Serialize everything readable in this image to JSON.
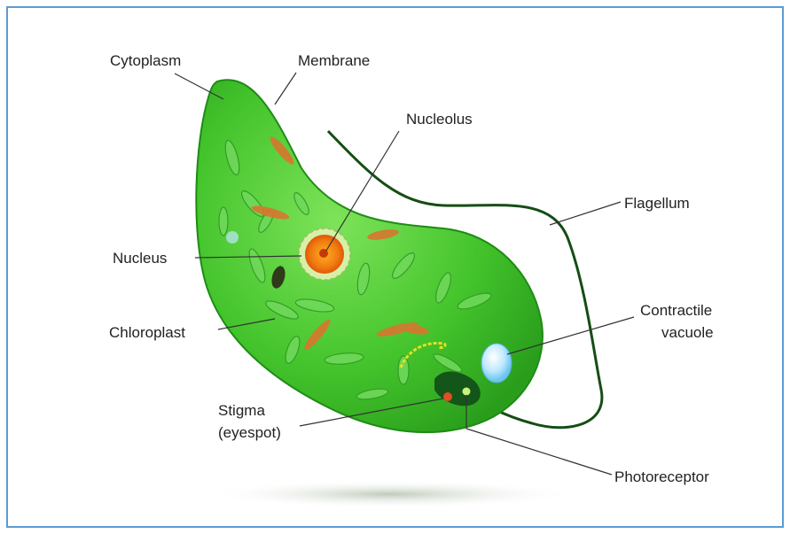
{
  "labels": {
    "cytoplasm": "Cytoplasm",
    "membrane": "Membrane",
    "nucleolus": "Nucleolus",
    "flagellum": "Flagellum",
    "nucleus": "Nucleus",
    "chloroplast": "Chloroplast",
    "contractile_line1": "Contractile",
    "contractile_line2": "vacuole",
    "stigma_line1": "Stigma",
    "stigma_line2": "(eyespot)",
    "photoreceptor": "Photoreceptor"
  },
  "colors": {
    "border": "#5b9bd5",
    "cell_body": "#3fc22a",
    "cell_outline": "#1e8c14",
    "flagellum": "#154d14",
    "nucleus": "#f07a10",
    "vacuole": "#bfe8ff",
    "chloroplast": "#6fd85a",
    "rod": "#d9762f",
    "eyespot": "#e8e020",
    "leader_line": "#333333"
  }
}
